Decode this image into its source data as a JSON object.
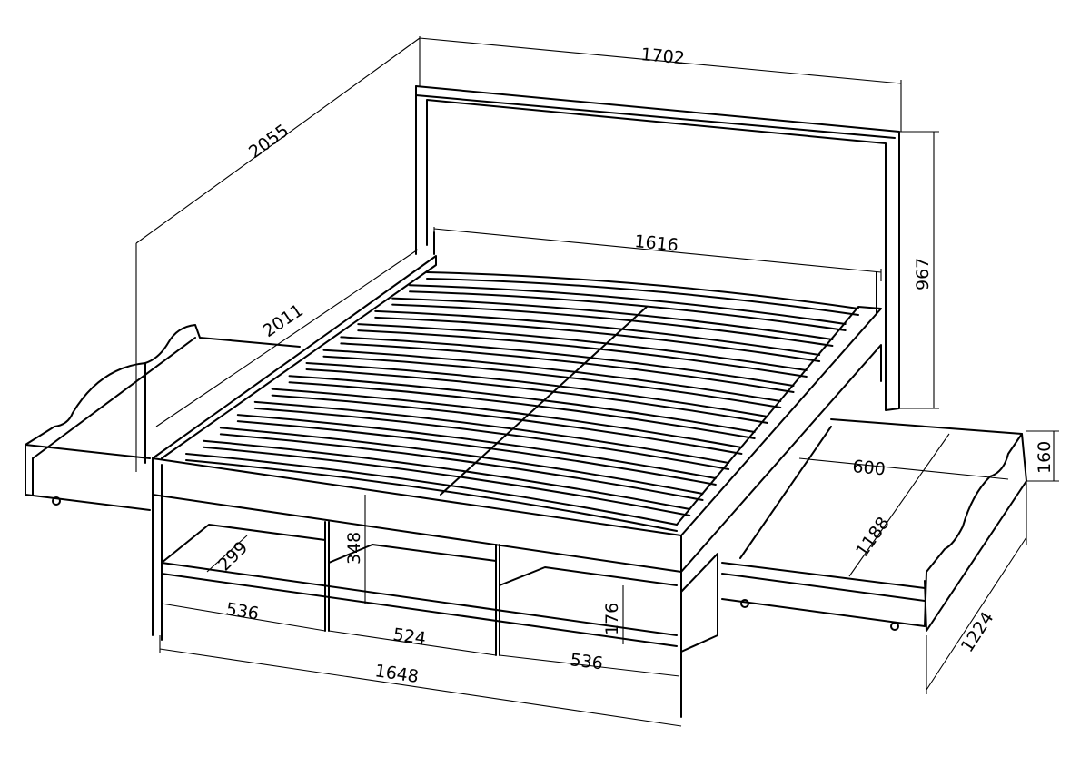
{
  "drawing": {
    "subject": "bed-with-slats-and-drawers",
    "line_color": "#000000",
    "background": "#ffffff",
    "slat_count": 15,
    "dimensions": {
      "headboard_width": "1702",
      "overall_length": "2055",
      "inner_width": "1616",
      "headboard_height": "967",
      "frame_length": "2011",
      "drawer_width": "600",
      "drawer_height": "160",
      "drawer_inner_depth": "1188",
      "drawer_depth": "1224",
      "shelf_depth": "299",
      "frame_height": "348",
      "shelf_height": "176",
      "shelf_left_width": "536",
      "shelf_middle_width": "524",
      "shelf_right_width": "536",
      "frame_width": "1648"
    }
  }
}
